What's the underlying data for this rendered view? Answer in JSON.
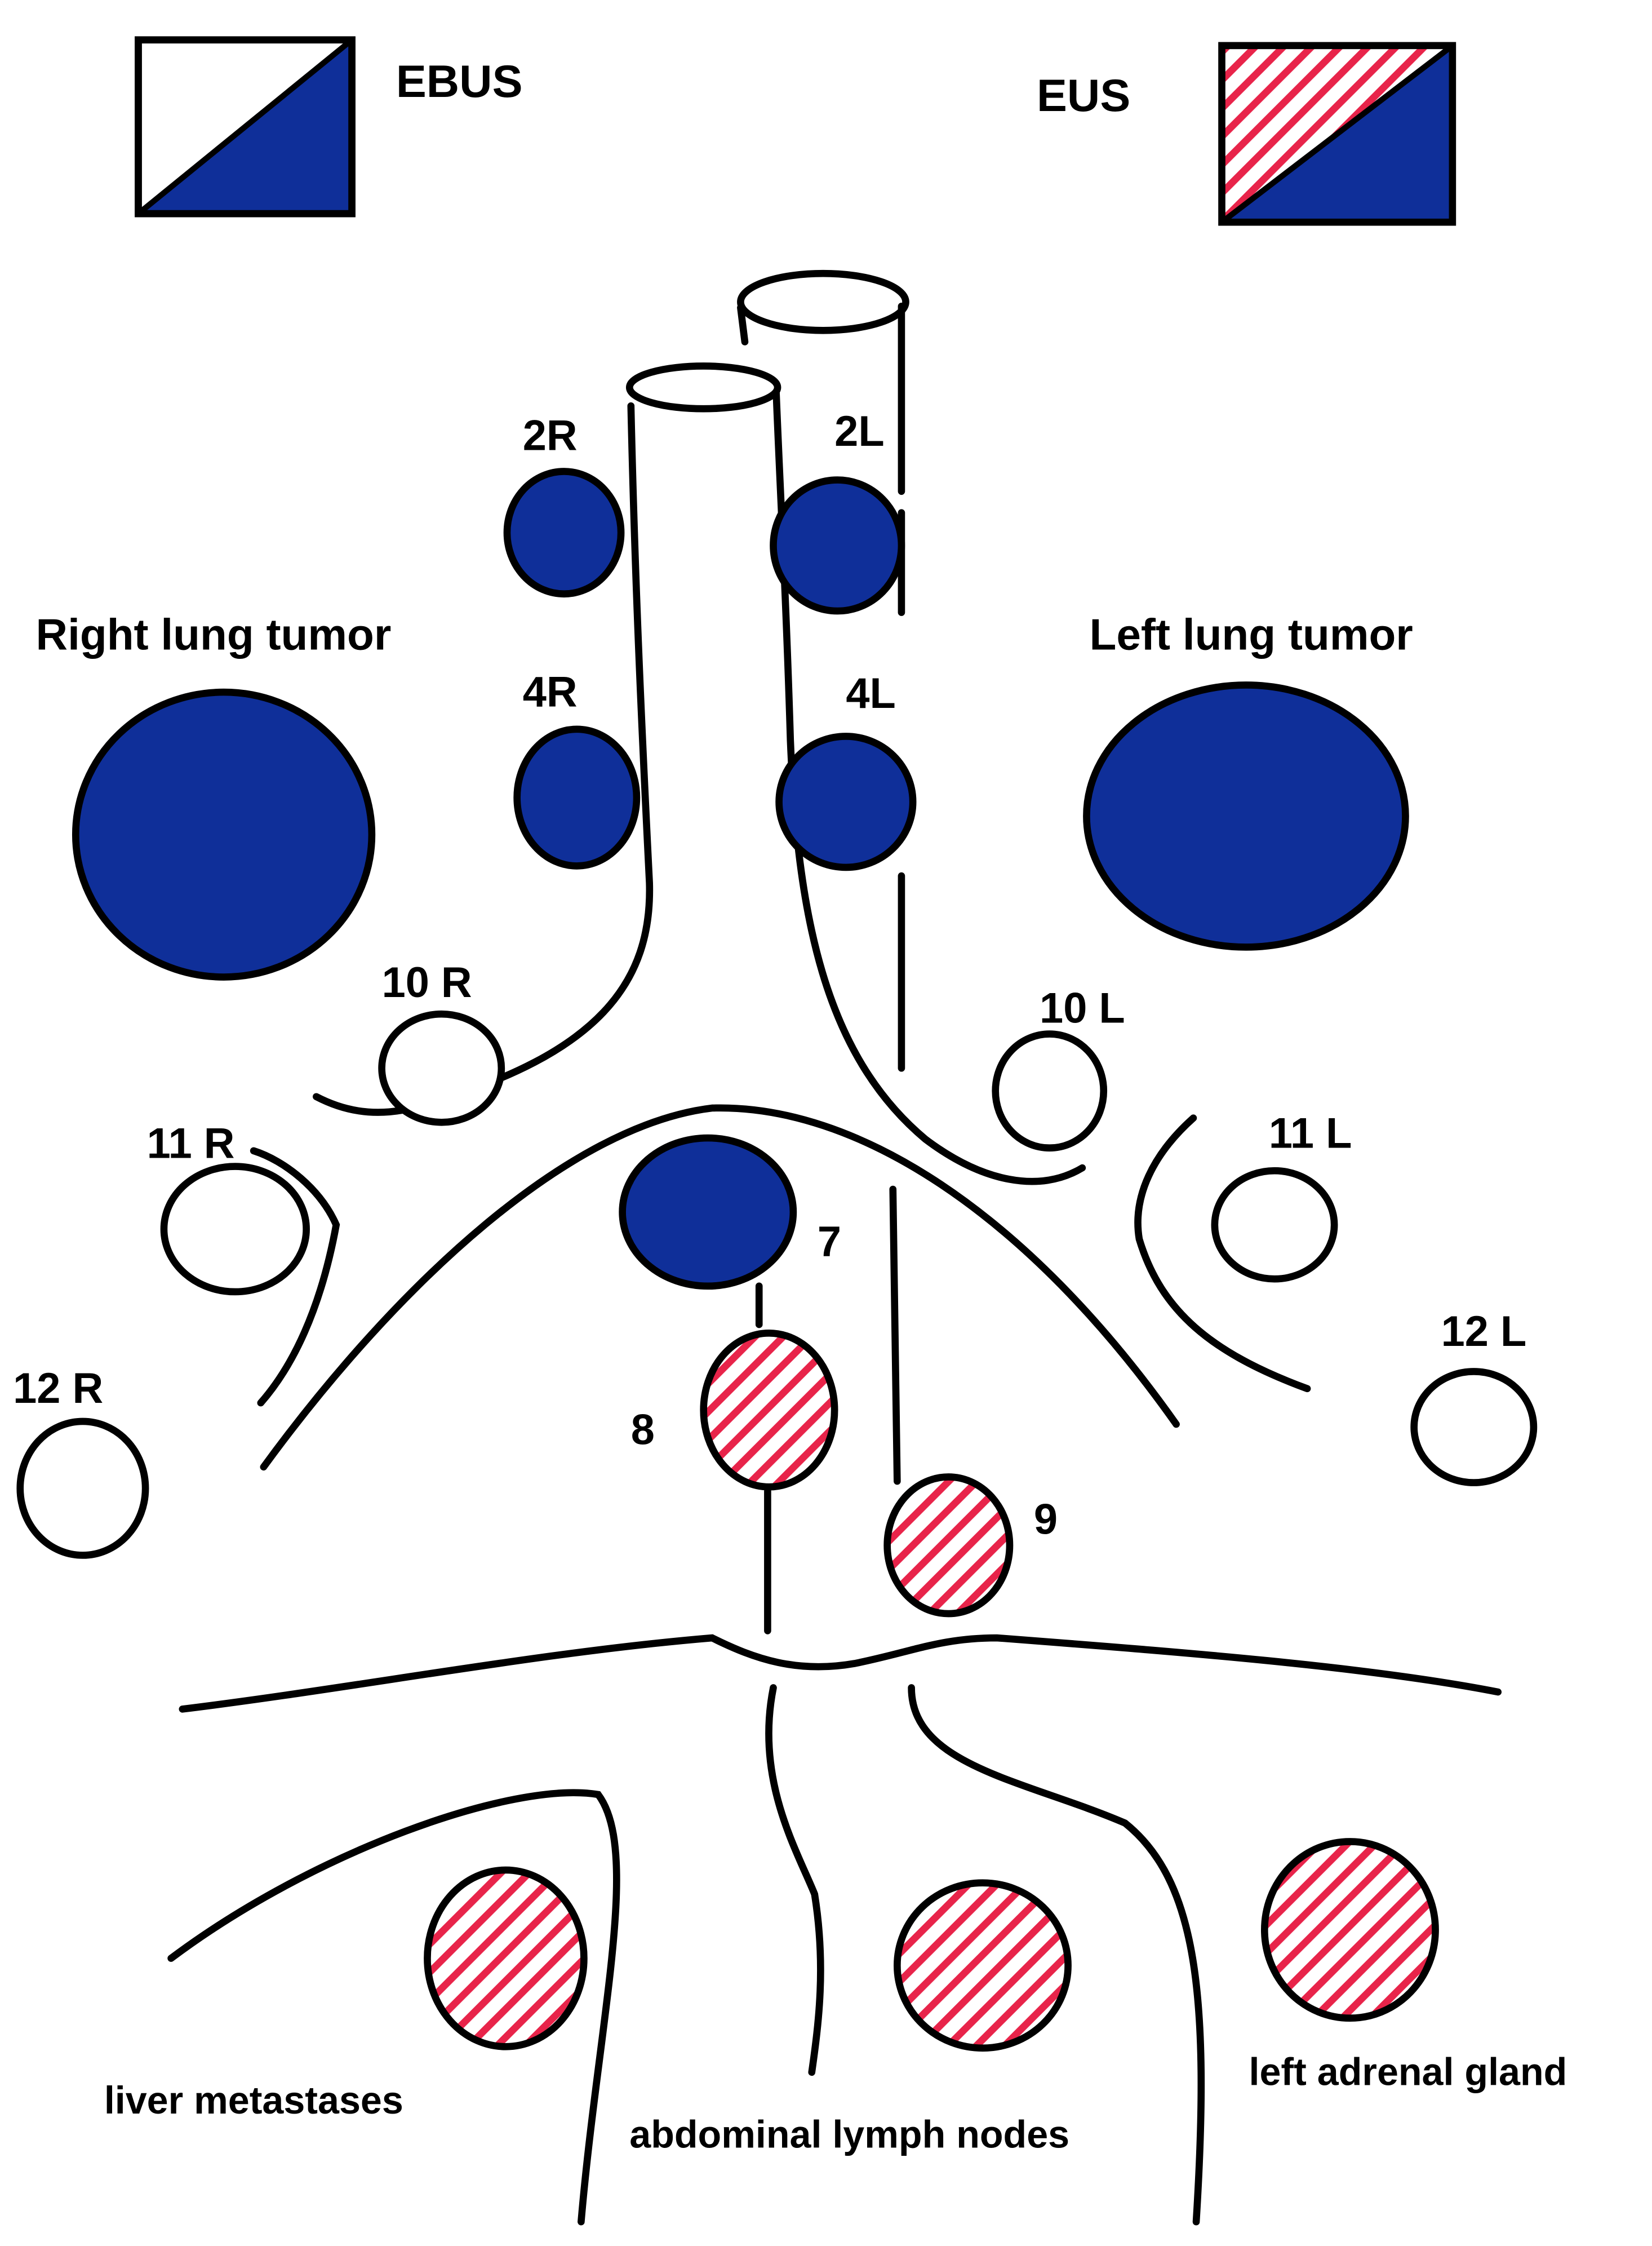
{
  "legend": {
    "ebus": {
      "label": "EBUS",
      "fill": "#0f2f99",
      "pattern": "solid-lower-right"
    },
    "eus": {
      "label": "EUS",
      "fill": "#0f2f99",
      "hatch": "#e8244a",
      "pattern": "hatched-upper-left"
    }
  },
  "colors": {
    "ebus_fill": "#0f2f99",
    "eus_hatch": "#e8244a",
    "outline": "#000000",
    "background": "#ffffff"
  },
  "nodes": {
    "station_2r": {
      "label": "2R",
      "access": "EBUS"
    },
    "station_2l": {
      "label": "2L",
      "access": "EBUS"
    },
    "station_4r": {
      "label": "4R",
      "access": "EBUS"
    },
    "station_4l": {
      "label": "4L",
      "access": "EBUS"
    },
    "station_7": {
      "label": "7",
      "access": "EBUS"
    },
    "station_8": {
      "label": "8",
      "access": "EUS"
    },
    "station_9": {
      "label": "9",
      "access": "EUS"
    },
    "station_10r": {
      "label": "10 R",
      "access": "none"
    },
    "station_10l": {
      "label": "10 L",
      "access": "none"
    },
    "station_11r": {
      "label": "11 R",
      "access": "none"
    },
    "station_11l": {
      "label": "11 L",
      "access": "none"
    },
    "station_12r": {
      "label": "12 R",
      "access": "none"
    },
    "station_12l": {
      "label": "12 L",
      "access": "none"
    }
  },
  "tumors": {
    "right": {
      "label": "Right lung tumor",
      "access": "EBUS"
    },
    "left": {
      "label": "Left lung tumor",
      "access": "EBUS"
    }
  },
  "abdominal": {
    "liver": {
      "label": "liver metastases",
      "access": "EUS"
    },
    "lymph": {
      "label": "abdominal lymph nodes",
      "access": "EUS"
    },
    "adrenal": {
      "label": "left adrenal gland",
      "access": "EUS"
    }
  }
}
